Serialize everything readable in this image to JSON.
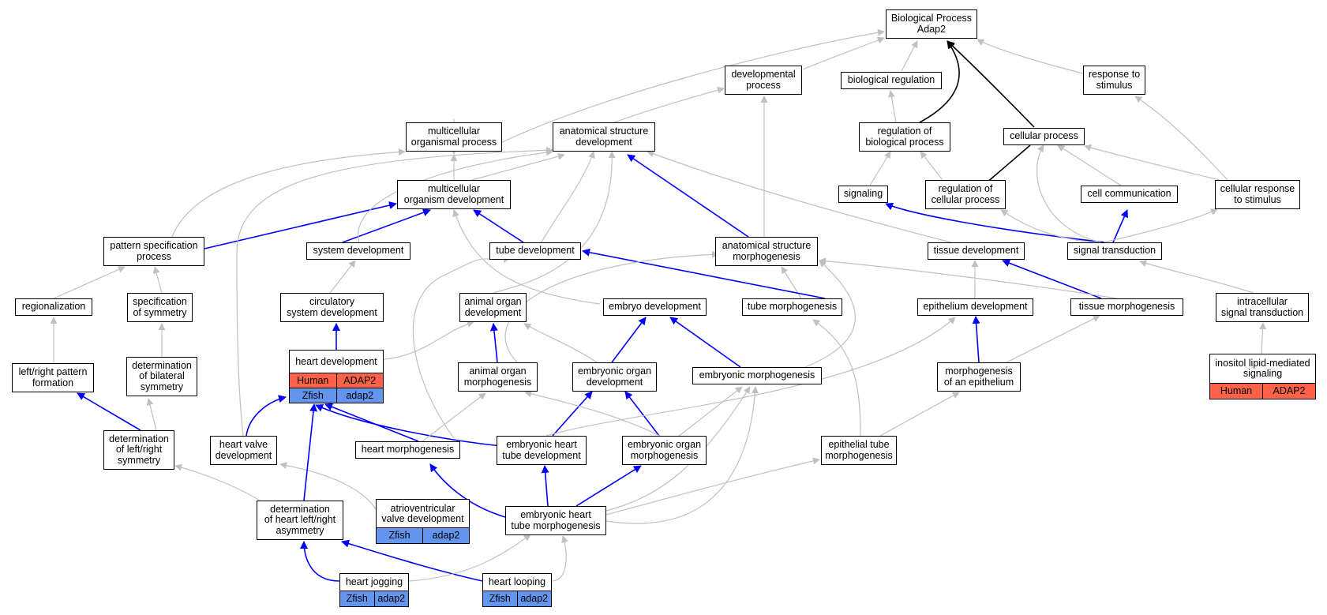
{
  "colors": {
    "node_border": "#000000",
    "edge_gray": "#c0c0c0",
    "edge_blue": "#0000ff",
    "edge_black": "#000000",
    "human": "#FF6347",
    "zfish": "#6495ED"
  },
  "nodes": {
    "root": [
      "Biological Process",
      "Adap2"
    ],
    "dev_proc": [
      "developmental",
      "process"
    ],
    "bio_reg": [
      "biological regulation"
    ],
    "resp_stim": [
      "response to",
      "stimulus"
    ],
    "mc_org_proc": [
      "multicellular",
      "organismal process"
    ],
    "anat_dev": [
      "anatomical structure",
      "development"
    ],
    "reg_bio_proc": [
      "regulation of",
      "biological process"
    ],
    "cell_proc": [
      "cellular process"
    ],
    "signaling": [
      "signaling"
    ],
    "reg_cell_proc": [
      "regulation of",
      "cellular process"
    ],
    "cell_comm": [
      "cell communication"
    ],
    "cell_resp": [
      "cellular response",
      "to stimulus"
    ],
    "mc_org_dev": [
      "multicellular",
      "organism development"
    ],
    "pattern_spec": [
      "pattern specification",
      "process"
    ],
    "system_dev": [
      "system development"
    ],
    "tube_dev": [
      "tube development"
    ],
    "anat_morph": [
      "anatomical structure",
      "morphogenesis"
    ],
    "tissue_dev": [
      "tissue development"
    ],
    "sig_trans": [
      "signal transduction"
    ],
    "regionalization": [
      "regionalization"
    ],
    "spec_sym": [
      "specification",
      "of symmetry"
    ],
    "circ_dev": [
      "circulatory",
      "system development"
    ],
    "animal_organ_dev": [
      "animal organ",
      "development"
    ],
    "embryo_dev": [
      "embryo development"
    ],
    "tube_morph": [
      "tube morphogenesis"
    ],
    "epi_dev": [
      "epithelium development"
    ],
    "tissue_morph": [
      "tissue morphogenesis"
    ],
    "intra_sig": [
      "intracellular",
      "signal transduction"
    ],
    "lr_pattern": [
      "left/right pattern",
      "formation"
    ],
    "det_bilateral": [
      "determination",
      "of bilateral",
      "symmetry"
    ],
    "animal_organ_morph": [
      "animal organ",
      "morphogenesis"
    ],
    "emb_organ_dev": [
      "embryonic organ",
      "development"
    ],
    "emb_morph": [
      "embryonic morphogenesis"
    ],
    "morph_epi": [
      "morphogenesis",
      "of an epithelium"
    ],
    "det_lr_sym": [
      "determination",
      "of left/right",
      "symmetry"
    ],
    "heart_valve": [
      "heart valve",
      "development"
    ],
    "heart_morph": [
      "heart morphogenesis"
    ],
    "emb_heart_tube_dev": [
      "embryonic heart",
      "tube development"
    ],
    "emb_organ_morph": [
      "embryonic organ",
      "morphogenesis"
    ],
    "epi_tube_morph": [
      "epithelial tube",
      "morphogenesis"
    ],
    "det_heart_lr": [
      "determination",
      "of heart left/right",
      "asymmetry"
    ],
    "emb_heart_tube_morph": [
      "embryonic heart",
      "tube morphogenesis"
    ]
  },
  "tables": {
    "heart_dev": {
      "title": [
        "heart development"
      ],
      "rows": [
        [
          "Human",
          "ADAP2"
        ],
        [
          "Zfish",
          "adap2"
        ]
      ]
    },
    "inositol": {
      "title": [
        "inositol lipid-mediated",
        "signaling"
      ],
      "rows": [
        [
          "Human",
          "ADAP2"
        ]
      ]
    },
    "av_valve": {
      "title": [
        "atrioventricular",
        "valve development"
      ],
      "rows": [
        [
          "Zfish",
          "adap2"
        ]
      ]
    },
    "heart_jog": {
      "title": [
        "heart jogging"
      ],
      "rows": [
        [
          "Zfish",
          "adap2"
        ]
      ]
    },
    "heart_loop": {
      "title": [
        "heart looping"
      ],
      "rows": [
        [
          "Zfish",
          "adap2"
        ]
      ]
    }
  }
}
